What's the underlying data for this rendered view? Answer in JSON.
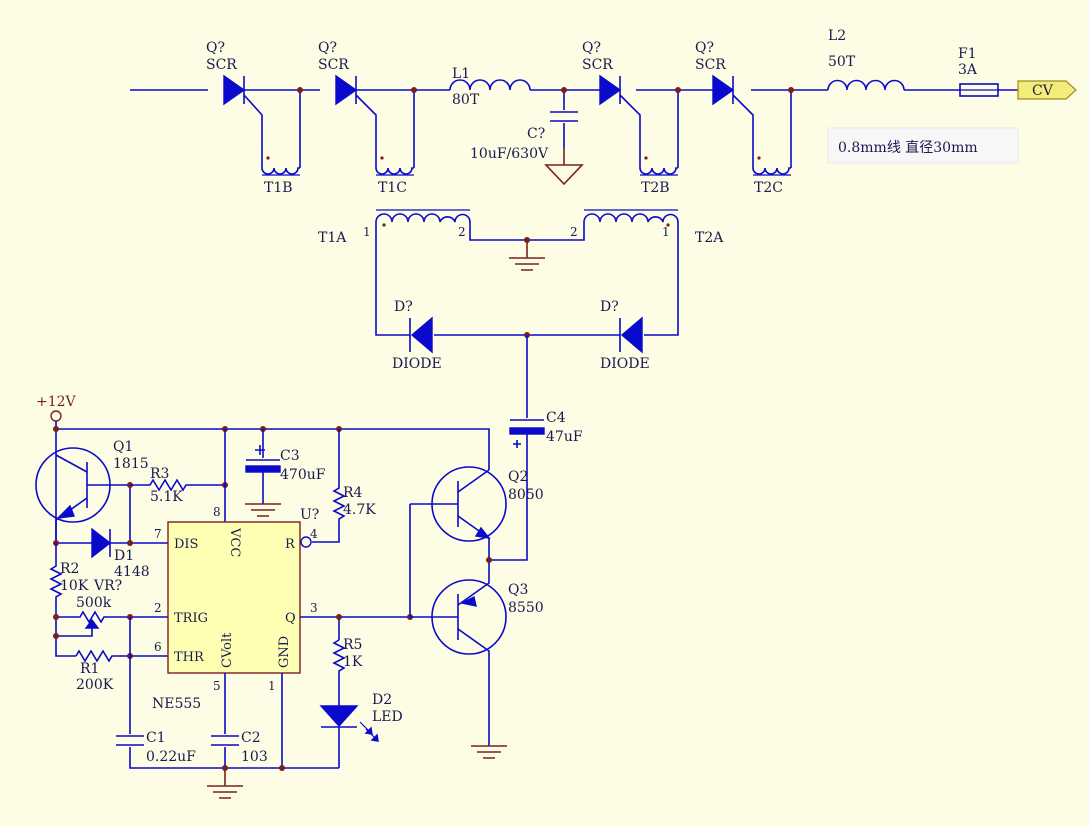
{
  "scr": [
    {
      "ref": "Q?",
      "type": "SCR",
      "gate": "T1B"
    },
    {
      "ref": "Q?",
      "type": "SCR",
      "gate": "T1C"
    },
    {
      "ref": "Q?",
      "type": "SCR",
      "gate": "T2B"
    },
    {
      "ref": "Q?",
      "type": "SCR",
      "gate": "T2C"
    }
  ],
  "inductors": {
    "l1": {
      "ref": "L1",
      "value": "80T"
    },
    "l2": {
      "ref": "L2",
      "value": "50T"
    }
  },
  "cap_hv": {
    "ref": "C?",
    "value": "10uF/630V"
  },
  "fuse": {
    "ref": "F1",
    "value": "3A"
  },
  "output_port": "CV",
  "note": "0.8mm线 直径30mm",
  "transformer": {
    "t1a": "T1A",
    "t2a": "T2A",
    "pins": {
      "t1a_p1": "1",
      "t1a_p2": "2",
      "t2a_p2": "2",
      "t2a_p1": "1"
    }
  },
  "diodes": {
    "left": {
      "ref": "D?",
      "type": "DIODE"
    },
    "right": {
      "ref": "D?",
      "type": "DIODE"
    }
  },
  "c4": {
    "ref": "C4",
    "value": "47uF"
  },
  "supply": "+12V",
  "q1": {
    "ref": "Q1",
    "value": "1815"
  },
  "q2": {
    "ref": "Q2",
    "value": "8050"
  },
  "q3": {
    "ref": "Q3",
    "value": "8550"
  },
  "r3": {
    "ref": "R3",
    "value": "5.1K"
  },
  "c3": {
    "ref": "C3",
    "value": "470uF"
  },
  "r4": {
    "ref": "R4",
    "value": "4.7K"
  },
  "d1": {
    "ref": "D1",
    "value": "4148"
  },
  "r2": {
    "ref": "R2",
    "value": "10K"
  },
  "vr": {
    "ref": "VR?",
    "value": "500k"
  },
  "r1": {
    "ref": "R1",
    "value": "200K"
  },
  "r5": {
    "ref": "R5",
    "value": "1K"
  },
  "d2": {
    "ref": "D2",
    "value": "LED"
  },
  "c1": {
    "ref": "C1",
    "value": "0.22uF"
  },
  "c2": {
    "ref": "C2",
    "value": "103"
  },
  "ic": {
    "ref": "U?",
    "part": "NE555",
    "pin_labels": {
      "dis": "DIS",
      "trig": "TRIG",
      "thr": "THR",
      "vcc": "VCC",
      "cvolt": "CVolt",
      "gnd": "GND",
      "r": "R",
      "q": "Q"
    },
    "pin_numbers": {
      "dis": "7",
      "trig": "2",
      "thr": "6",
      "vcc": "8",
      "cvolt": "5",
      "gnd": "1",
      "r": "4",
      "q": "3"
    }
  }
}
